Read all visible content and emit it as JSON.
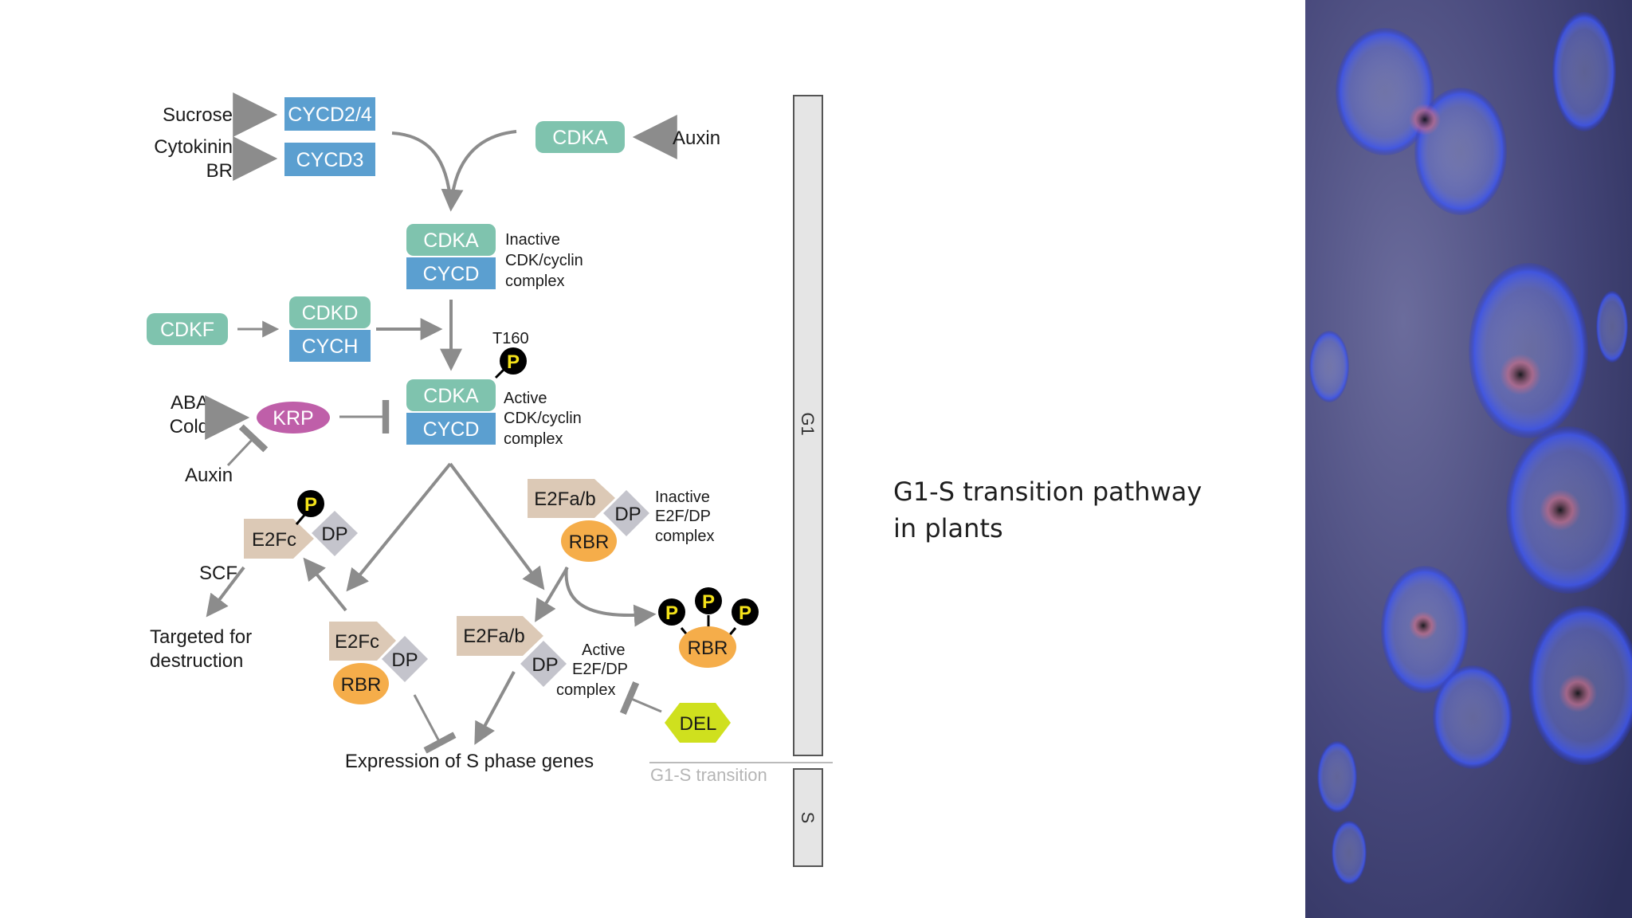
{
  "caption": {
    "line1": "G1-S transition pathway",
    "line2": "in plants"
  },
  "colors": {
    "cdk": "#7fc3ae",
    "cyclin": "#5b9fd0",
    "krp": "#bf5fa9",
    "e2f": "#dcc9b6",
    "dp": "#c4c4cc",
    "rbr": "#f5ad4a",
    "del": "#cfe01e",
    "phospho": "#000000",
    "phospho_text": "#f4e21a",
    "arrow": "#8c8c8c",
    "phase_bar": "#e5e5e5"
  },
  "diagram": {
    "inputs": {
      "sucrose": "Sucrose",
      "cytokinin": "Cytokinin",
      "br": "BR",
      "auxin_top": "Auxin",
      "aba": "ABA",
      "cold": "Cold",
      "auxin_krp": "Auxin"
    },
    "proteins": {
      "cycd24": "CYCD2/4",
      "cycd3": "CYCD3",
      "cdka_top": "CDKA",
      "cdka_inactive": "CDKA",
      "cycd_inactive": "CYCD",
      "cdkf": "CDKF",
      "cdkd": "CDKD",
      "cych": "CYCH",
      "cdka_active": "CDKA",
      "cycd_active": "CYCD",
      "krp": "KRP",
      "e2fc_p": "E2Fc",
      "dp_p": "DP",
      "e2fab_inactive": "E2Fa/b",
      "dp_inactive": "DP",
      "rbr_inactive": "RBR",
      "e2fc_rbr": "E2Fc",
      "dp_rbr": "DP",
      "rbr_e2fc": "RBR",
      "e2fab_active": "E2Fa/b",
      "dp_active": "DP",
      "rbr_p": "RBR",
      "del": "DEL"
    },
    "phospho": "P",
    "t160": "T160",
    "complexes": {
      "inactive_cdk": [
        "Inactive",
        "CDK/cyclin",
        "complex"
      ],
      "active_cdk": [
        "Active",
        "CDK/cyclin",
        "complex"
      ],
      "inactive_e2f": [
        "Inactive",
        "E2F/DP",
        "complex"
      ],
      "active_e2f": [
        "Active",
        "E2F/DP",
        "complex"
      ]
    },
    "scf": "SCF",
    "targeted": [
      "Targeted for",
      "destruction"
    ],
    "expression": "Expression of S phase genes",
    "phases": {
      "g1": "G1",
      "s": "S",
      "transition": "G1-S transition"
    }
  }
}
